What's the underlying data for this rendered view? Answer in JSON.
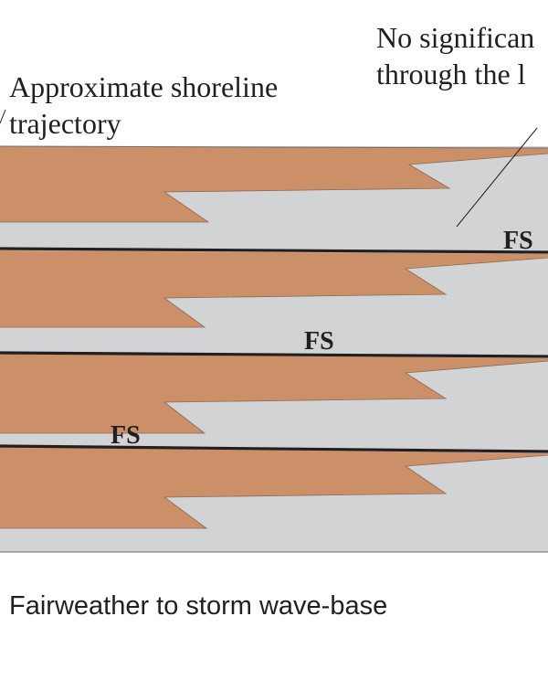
{
  "annotations": {
    "top_right_line1": "No significan",
    "top_right_line2": "through the l",
    "shoreline_line1": "Approximate shoreline",
    "shoreline_line2": "trajectory",
    "bottom_caption": "Fairweather to storm wave-base"
  },
  "surfaces": [
    {
      "label": "FS"
    },
    {
      "label": "FS"
    },
    {
      "label": "FS"
    }
  ],
  "colors": {
    "sand": "#cc9068",
    "mud": "#d2d3d5",
    "line": "#231f20",
    "text": "#231f20"
  }
}
